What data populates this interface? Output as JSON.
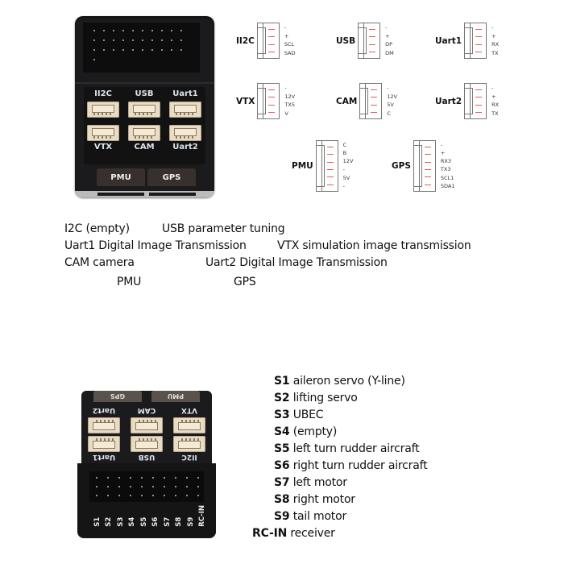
{
  "device_top": {
    "ports_row1": [
      "II2C",
      "USB",
      "Uart1"
    ],
    "ports_row2": [
      "VTX",
      "CAM",
      "Uart2"
    ],
    "tabs": [
      "PMU",
      "GPS"
    ]
  },
  "pinouts": [
    {
      "name": "II2C",
      "pins": [
        "-",
        "+",
        "SCL",
        "SAD"
      ]
    },
    {
      "name": "USB",
      "pins": [
        "-",
        "+",
        "DP",
        "DM"
      ]
    },
    {
      "name": "Uart1",
      "pins": [
        "-",
        "+",
        "RX",
        "TX"
      ]
    },
    {
      "name": "VTX",
      "pins": [
        "-",
        "12V",
        "TX5",
        "V"
      ]
    },
    {
      "name": "CAM",
      "pins": [
        "-",
        "12V",
        "5V",
        "C"
      ]
    },
    {
      "name": "Uart2",
      "pins": [
        "-",
        "+",
        "RX",
        "TX"
      ]
    },
    {
      "name": "PMU",
      "pins": [
        "C",
        "B",
        "12V",
        "-",
        "5V",
        "-"
      ]
    },
    {
      "name": "GPS",
      "pins": [
        "-",
        "+",
        "RX3",
        "TX3",
        "SCL1",
        "SDA1"
      ]
    }
  ],
  "descriptions": {
    "i2c": "I2C (empty)",
    "usb": "USB parameter tuning",
    "uart1": "Uart1 Digital Image Transmission",
    "vtx": "VTX simulation image transmission",
    "cam": "CAM camera",
    "uart2": "Uart2 Digital Image Transmission",
    "pmu": "PMU",
    "gps": "GPS"
  },
  "device_bottom": {
    "ports_row1": [
      "Uart2",
      "CAM",
      "VTX"
    ],
    "ports_row2": [
      "Uart1",
      "USB",
      "II2C"
    ],
    "tabs": [
      "GPS",
      "PMU"
    ],
    "servo_pins": [
      "S1",
      "S2",
      "S3",
      "S4",
      "S5",
      "S6",
      "S7",
      "S8",
      "S9",
      "RC-IN"
    ]
  },
  "servo_legend": [
    {
      "key": "S1",
      "text": "aileron servo (Y-line)"
    },
    {
      "key": "S2",
      "text": "lifting servo"
    },
    {
      "key": "S3",
      "text": "UBEC"
    },
    {
      "key": "S4",
      "text": "(empty)"
    },
    {
      "key": "S5",
      "text": "left turn rudder aircraft"
    },
    {
      "key": "S6",
      "text": "right turn rudder aircraft"
    },
    {
      "key": "S7",
      "text": "left motor"
    },
    {
      "key": "S8",
      "text": "right motor"
    },
    {
      "key": "S9",
      "text": "tail motor"
    },
    {
      "key": "RC-IN",
      "text": "receiver"
    }
  ]
}
